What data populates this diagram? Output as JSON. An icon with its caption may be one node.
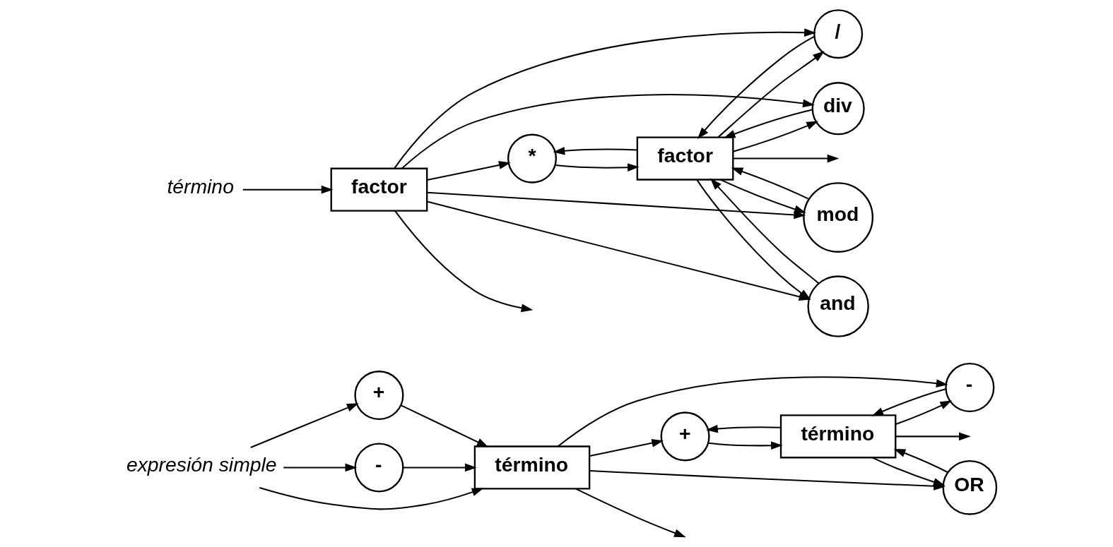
{
  "diagram": {
    "nodes": [
      {
        "text": [
          "expresión simple"
        ]
      },
      {
        "text": [
          "+"
        ]
      },
      {
        "text": [
          "-"
        ]
      },
      {
        "text": [
          "término"
        ]
      },
      {
        "text": [
          "+"
        ]
      },
      {
        "text": [
          "-"
        ]
      },
      {
        "text": [
          "OR"
        ]
      },
      {
        "text": [
          "término"
        ]
      },
      {
        "text": [
          "término"
        ]
      },
      {
        "text": [
          "factor"
        ]
      },
      {
        "text": [
          "*"
        ]
      },
      {
        "text": [
          "/"
        ]
      },
      {
        "text": [
          "div"
        ]
      },
      {
        "text": [
          "mod"
        ]
      },
      {
        "text": [
          "and"
        ]
      },
      {
        "text": [
          "factor"
        ]
      }
    ],
    "edges": [
      {
        "from": 0,
        "to": 1,
        "arrow": "to"
      },
      {
        "from": 0,
        "to": 2,
        "arrow": "to"
      },
      {
        "from": 0,
        "to": 3,
        "arrow": "to"
      },
      {
        "from": 1,
        "to": 3,
        "arrow": "to"
      },
      {
        "from": 2,
        "to": 3,
        "arrow": "to"
      },
      {
        "from": 3,
        "to": 4,
        "arrow": "to"
      },
      {
        "from": 3,
        "to": 5,
        "arrow": "to"
      },
      {
        "from": 3,
        "to": 6,
        "arrow": "to"
      },
      {
        "from": 3,
        "to": null,
        "arrow": "to"
      },
      {
        "from": 4,
        "to": 7,
        "arrow": "to"
      },
      {
        "from": 5,
        "to": 7,
        "arrow": "to"
      },
      {
        "from": 6,
        "to": 7,
        "arrow": "to"
      },
      {
        "from": 7,
        "to": 4,
        "arrow": "to"
      },
      {
        "from": 7,
        "to": 5,
        "arrow": "to"
      },
      {
        "from": 7,
        "to": 6,
        "arrow": "to"
      },
      {
        "from": 7,
        "to": null,
        "arrow": "to"
      },
      {
        "from": 8,
        "to": 9,
        "arrow": "to"
      },
      {
        "from": 9,
        "to": 10,
        "arrow": "to"
      },
      {
        "from": 9,
        "to": 11,
        "arrow": "to"
      },
      {
        "from": 9,
        "to": 12,
        "arrow": "to"
      },
      {
        "from": 9,
        "to": 13,
        "arrow": "to"
      },
      {
        "from": 9,
        "to": 14,
        "arrow": "to"
      },
      {
        "from": 9,
        "to": null,
        "arrow": "to"
      },
      {
        "from": 10,
        "to": 15,
        "arrow": "to"
      },
      {
        "from": 11,
        "to": 15,
        "arrow": "to"
      },
      {
        "from": 12,
        "to": 15,
        "arrow": "to"
      },
      {
        "from": 13,
        "to": 15,
        "arrow": "to"
      },
      {
        "from": 14,
        "to": 15,
        "arrow": "to"
      },
      {
        "from": 15,
        "to": 10,
        "arrow": "to"
      },
      {
        "from": 15,
        "to": 11,
        "arrow": "to"
      },
      {
        "from": 15,
        "to": 12,
        "arrow": "to"
      },
      {
        "from": 15,
        "to": 13,
        "arrow": "to"
      },
      {
        "from": 15,
        "to": 14,
        "arrow": "to"
      },
      {
        "from": 15,
        "to": null,
        "arrow": "to"
      }
    ]
  }
}
